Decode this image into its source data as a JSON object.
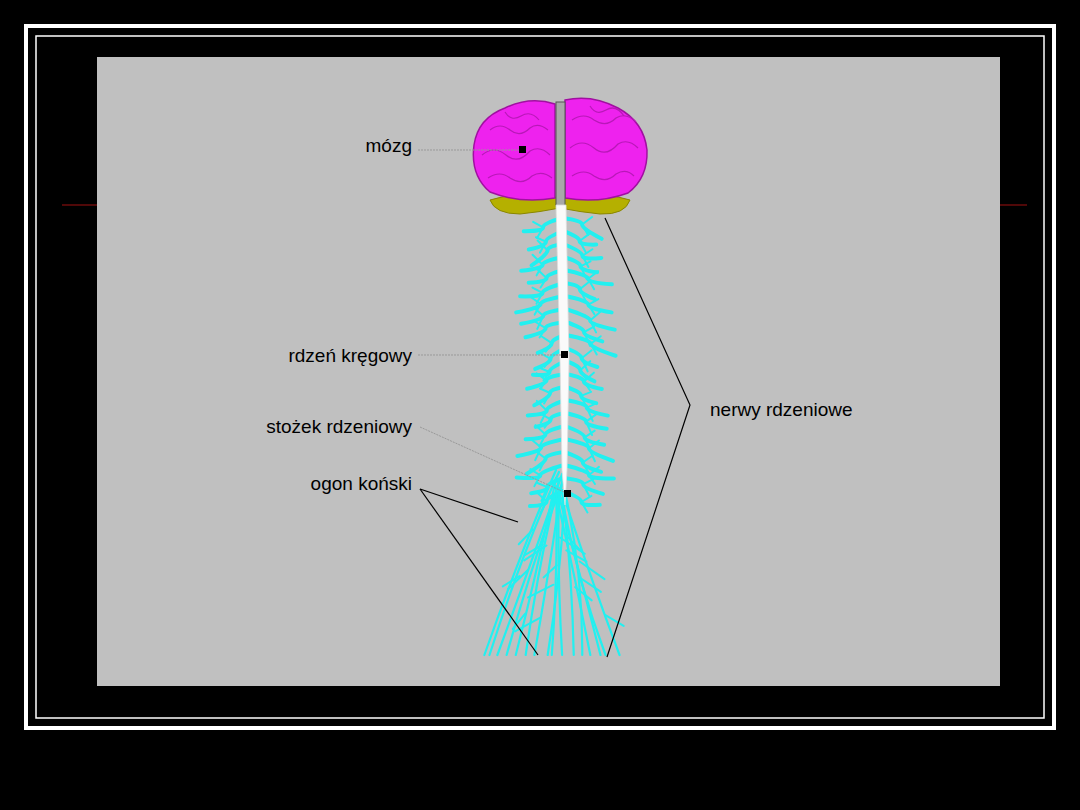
{
  "diagram": {
    "labels": [
      "mózg",
      "rdzeń kręgowy",
      "stożek rdzeniowy",
      "ogon koński",
      "nerwy rdzeniowe"
    ]
  }
}
